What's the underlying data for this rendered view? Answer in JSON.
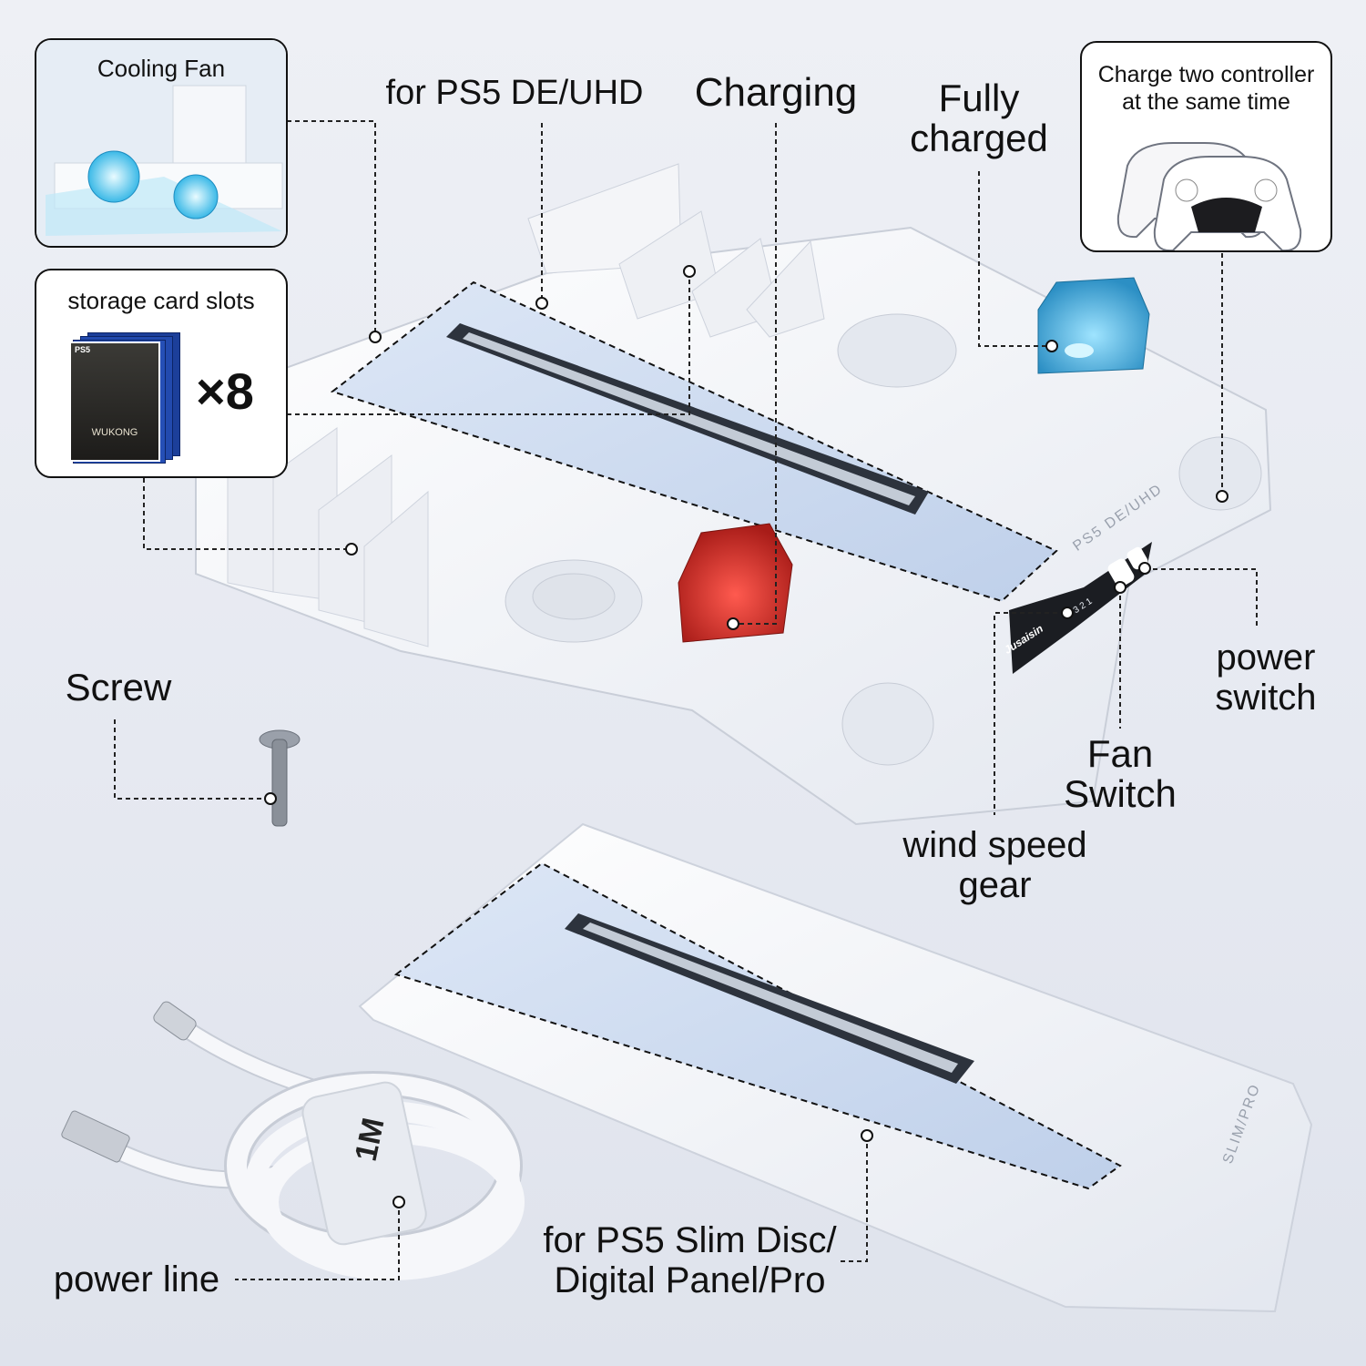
{
  "cooling_fan": {
    "label": "Cooling Fan"
  },
  "storage_slots": {
    "label": "storage card slots",
    "multiplier": "×8",
    "game_platform": "PS5",
    "game_title": "WUKONG"
  },
  "controller_box": {
    "label": "Charge two controller at the same time"
  },
  "labels": {
    "ps5_de_uhd": "for PS5 DE/UHD",
    "charging": "Charging",
    "fully_charged": "Fully charged",
    "screw": "Screw",
    "power_switch": "power switch",
    "fan_switch": "Fan Switch",
    "wind_speed_gear": "wind speed gear",
    "slim_panel": "for PS5 Slim Disc/ Digital Panel/Pro",
    "power_line": "power line"
  },
  "device_marks": {
    "top_base_text": "PS5 DE/UHD",
    "bottom_panel_text": "SLIM/PRO",
    "cable_tag": "1M",
    "brand": "Jusaisin",
    "gear_numbers": [
      "3",
      "2",
      "1"
    ]
  },
  "colors": {
    "accent_blue_panel": "#c9d8ef",
    "charging_red": "#e0312b",
    "charged_blue": "#57c3ef",
    "device_white": "#f7f8fb"
  }
}
